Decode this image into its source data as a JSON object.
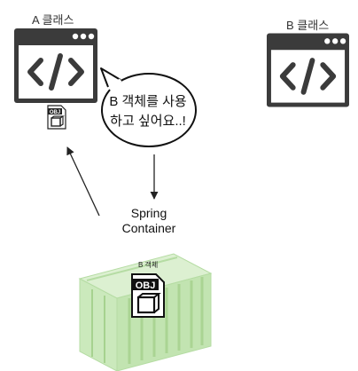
{
  "labels": {
    "class_a": "A 클래스",
    "class_b": "B 클래스",
    "bubble_line1": "B 객체를 사용",
    "bubble_line2": "하고 싶어요..!",
    "spring_line1": "Spring",
    "spring_line2": "Container",
    "container_object": "B 객체",
    "obj_tag": "OBJ"
  },
  "icons": {
    "window_a": "code-window-icon",
    "window_b": "code-window-icon",
    "object_a": "object-file-icon",
    "object_b": "object-file-icon",
    "container": "shipping-container-icon"
  },
  "colors": {
    "window": "#3b3b3b",
    "container_green": "#c6e7b7",
    "container_green_dark": "#a9d694",
    "arrow": "#222222"
  }
}
